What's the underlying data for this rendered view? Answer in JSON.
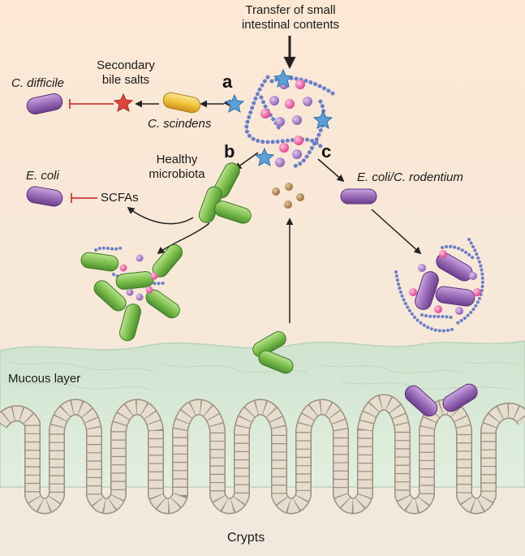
{
  "labels": {
    "transfer_line1": "Transfer of small",
    "transfer_line2": "intestinal contents",
    "secondary_line1": "Secondary",
    "secondary_line2": "bile salts",
    "c_difficile": "C. difficile",
    "c_scindens": "C. scindens",
    "healthy_line1": "Healthy",
    "healthy_line2": "microbiota",
    "e_coli": "E. coli",
    "scfas": "SCFAs",
    "e_coli_c_rodentium": "E. coli/C. rodentium",
    "mucous_layer": "Mucous layer",
    "crypts": "Crypts"
  },
  "panels": {
    "a": "a",
    "b": "b",
    "c": "c"
  },
  "colors": {
    "background_top": "#fbe7d3",
    "background_bottom": "#f4e9dc",
    "mucus": "#dbeadb",
    "crypt_cell": "#e4dbcc",
    "purple_bacterium": "#9b6bb8",
    "green_bacterium": "#7ec04f",
    "yellow_bacterium": "#f2c53d",
    "blue_star": "#5aa0d8",
    "red_star": "#e1463c",
    "inhibition": "#d23a33",
    "pink_dot": "#e23a8c",
    "brown_dot": "#a57b4c"
  }
}
